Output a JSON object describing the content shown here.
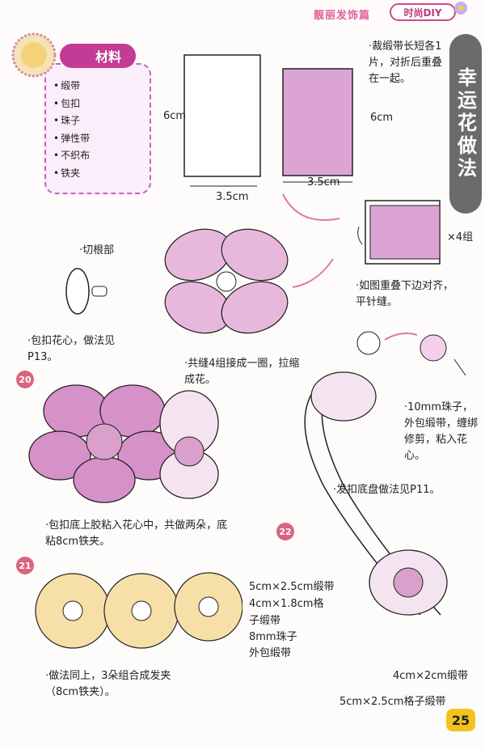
{
  "header": {
    "section": "靓丽发饰篇",
    "badge": "时尚DIY"
  },
  "materials": {
    "title": "材料",
    "items": [
      "缎带",
      "包扣",
      "珠子",
      "弹性带",
      "不织布",
      "铁夹"
    ]
  },
  "banner": "幸运花做法",
  "steps": {
    "cut_note": "·裁缎带长短各1片，对折后重叠在一起。",
    "dim_6cm_a": "6cm",
    "dim_35_a": "3.5cm",
    "dim_6cm_b": "6cm",
    "dim_35_b": "3.5cm",
    "x4": "×4组",
    "overlap_note": "·如图重叠下边对齐，平针缝。",
    "cut_root": "·切根部",
    "button_note": "·包扣花心，做法见P13。",
    "join_note": "·共缝4组接成一圈，拉缩成花。",
    "bead_note": "·10mm珠子，外包缎带，缠绑修剪，粘入花心。",
    "base_note": "·发扣底盘做法见P11。",
    "glue_note": "·包扣底上胶粘入花心中，共做两朵，底粘8cm铁夹。",
    "step21_labels": [
      "5cm×2.5cm缎带",
      "4cm×1.8cm格",
      "子缎带",
      "8mm珠子",
      "外包缎带"
    ],
    "step21_note": "·做法同上，3朵组合成发夹（8cm铁夹）。",
    "step22_label1": "4cm×2cm缎带",
    "step22_label2": "5cm×2.5cm格子缎带",
    "num20": "20",
    "num21": "21",
    "num22": "22"
  },
  "page_number": "25",
  "colors": {
    "pink": "#e0609a",
    "petal": "#d9a0cc",
    "accent": "#c23b95"
  }
}
